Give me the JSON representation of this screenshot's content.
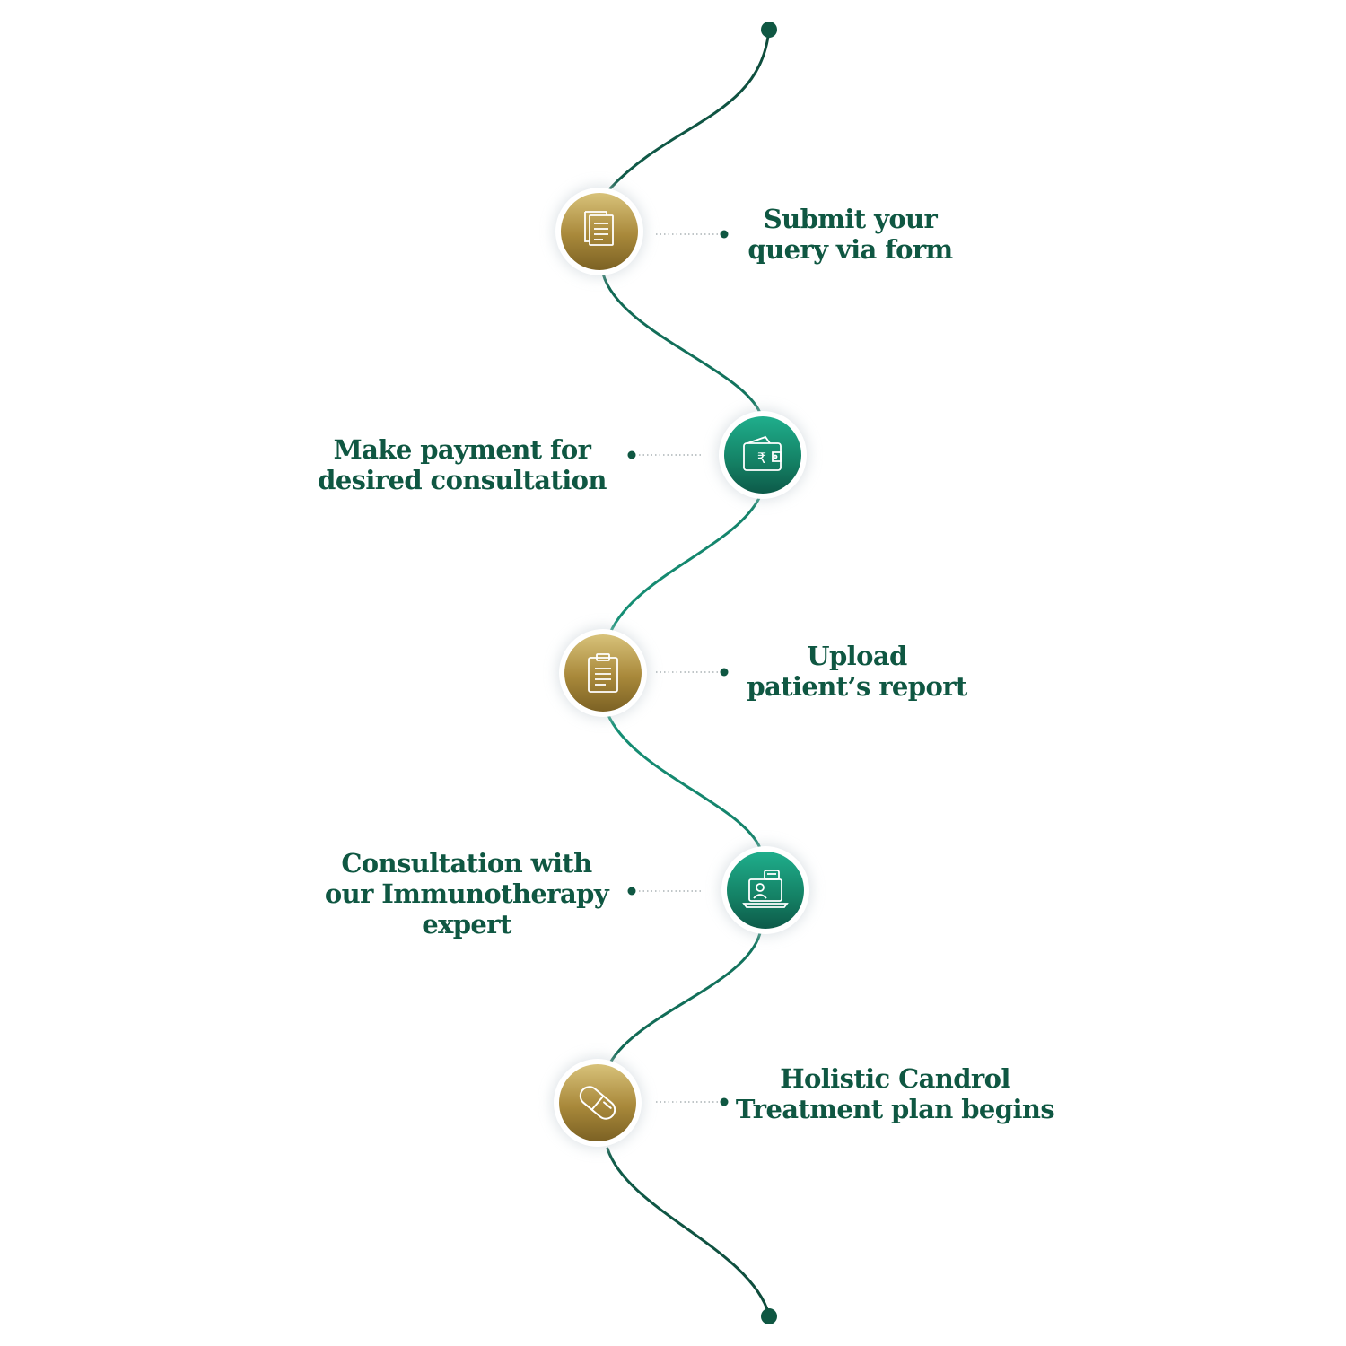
{
  "colors": {
    "curve_dark": "#0e4a3a",
    "curve_mid": "#16957a",
    "text": "#0f5742",
    "gold_light": "#d8c27a",
    "gold_dark": "#7c6224",
    "teal_light": "#1fae8c",
    "teal_dark": "#0d5a49",
    "icon_stroke": "#ffffff"
  },
  "steps": [
    {
      "icon": "document-icon",
      "style": "gold",
      "lines": [
        "Submit your",
        "query via form"
      ]
    },
    {
      "icon": "wallet-rupee-icon",
      "style": "teal",
      "lines": [
        "Make payment for",
        "desired consultation"
      ]
    },
    {
      "icon": "clipboard-icon",
      "style": "gold",
      "lines": [
        "Upload",
        "patient’s report"
      ]
    },
    {
      "icon": "video-consultation-icon",
      "style": "teal",
      "lines": [
        "Consultation with",
        "our Immunotherapy",
        "expert"
      ]
    },
    {
      "icon": "capsule-icon",
      "style": "gold",
      "lines": [
        "Holistic Candrol",
        "Treatment plan begins"
      ]
    }
  ]
}
